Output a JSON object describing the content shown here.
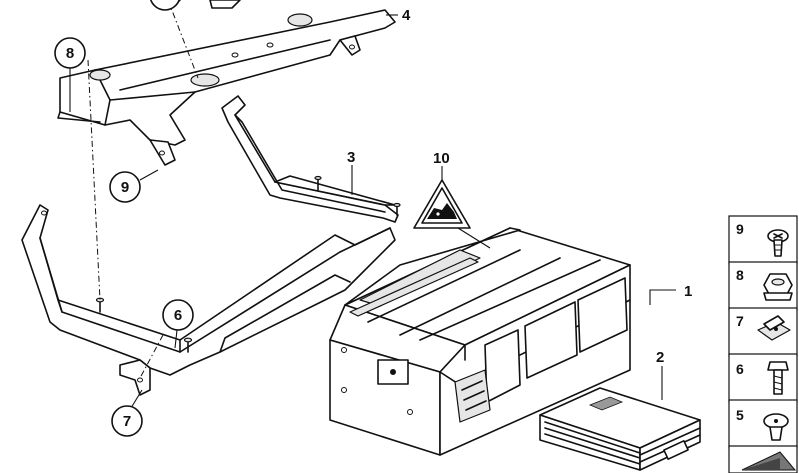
{
  "callouts": [
    {
      "id": "c1",
      "label": "1"
    },
    {
      "id": "c2",
      "label": "2"
    },
    {
      "id": "c3",
      "label": "3"
    },
    {
      "id": "c4",
      "label": "4"
    },
    {
      "id": "c6",
      "label": "6"
    },
    {
      "id": "c7",
      "label": "7"
    },
    {
      "id": "c8",
      "label": "8"
    },
    {
      "id": "c9",
      "label": "9"
    },
    {
      "id": "c10",
      "label": "10"
    }
  ],
  "legend": [
    {
      "label": "9",
      "icon": "screw-icon"
    },
    {
      "label": "8",
      "icon": "hex-nut-icon"
    },
    {
      "label": "7",
      "icon": "spring-nut-icon"
    },
    {
      "label": "6",
      "icon": "hex-bolt-icon"
    },
    {
      "label": "5",
      "icon": "expanding-rivet-icon"
    },
    {
      "label": "",
      "icon": "wedge-icon"
    }
  ]
}
